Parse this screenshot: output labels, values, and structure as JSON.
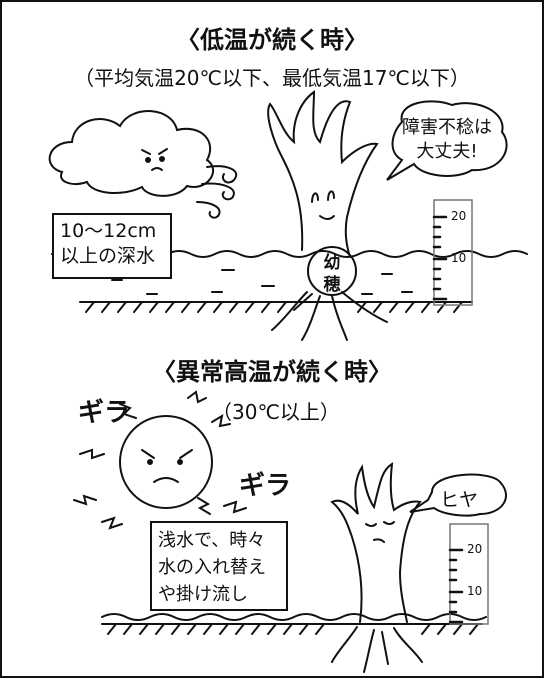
{
  "low_temp": {
    "title": "〈低温が続く時〉",
    "subtitle": "（平均気温20℃以下、最低気温17℃以下）",
    "bubble": [
      "障害不稔は",
      "大丈夫!"
    ],
    "water_label": [
      "10～12cm",
      "以上の深水"
    ],
    "panicle": [
      "幼",
      "穂"
    ],
    "ruler": [
      "20",
      "10"
    ]
  },
  "high_temp": {
    "title": "〈異常高温が続く時〉",
    "subtitle": "（30℃以上）",
    "sun_sound": [
      "ギラ",
      "ギラ"
    ],
    "bubble": "ヒヤ",
    "water_label": [
      "浅水で、時々",
      "水の入れ替え",
      "や掛け流し"
    ],
    "ruler": [
      "20",
      "10"
    ]
  }
}
